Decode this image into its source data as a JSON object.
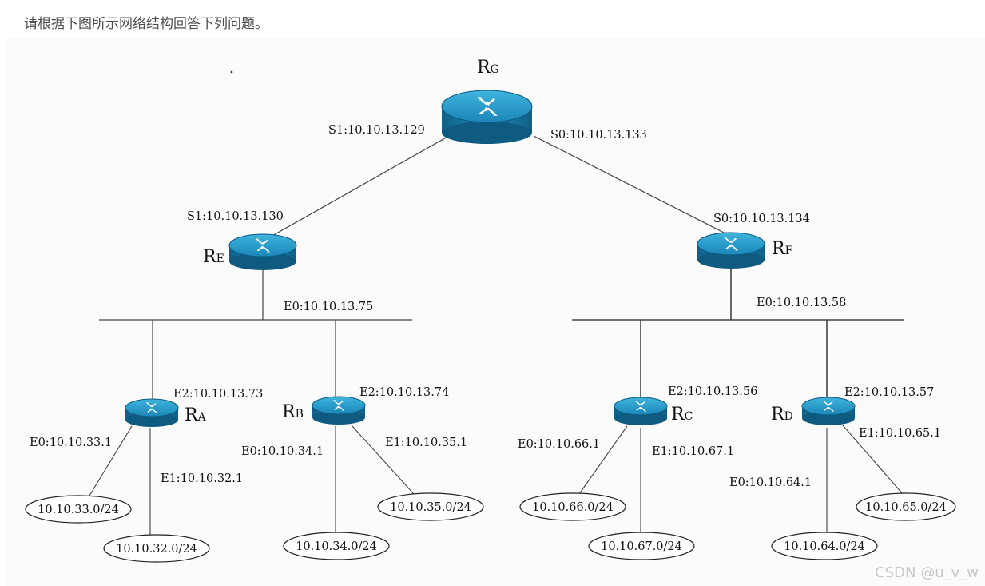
{
  "question": "请根据下图所示网络结构回答下列问题。",
  "watermark": "CSDN @u_v_w",
  "diagram": {
    "routers": {
      "RG": {
        "letter": "R",
        "sub": "G"
      },
      "RE": {
        "letter": "R",
        "sub": "E"
      },
      "RF": {
        "letter": "R",
        "sub": "F"
      },
      "RA": {
        "letter": "R",
        "sub": "A"
      },
      "RB": {
        "letter": "R",
        "sub": "B"
      },
      "RC": {
        "letter": "R",
        "sub": "C"
      },
      "RD": {
        "letter": "R",
        "sub": "D"
      }
    },
    "interfaces": {
      "rg_s1": "S1:10.10.13.129",
      "rg_s0": "S0:10.10.13.133",
      "re_s1": "S1:10.10.13.130",
      "rf_s0": "S0:10.10.13.134",
      "re_e0": "E0:10.10.13.75",
      "rf_e0": "E0:10.10.13.58",
      "ra_e2": "E2:10.10.13.73",
      "rb_e2": "E2:10.10.13.74",
      "rc_e2": "E2:10.10.13.56",
      "rd_e2": "E2:10.10.13.57",
      "ra_e0": "E0:10.10.33.1",
      "ra_e1": "E1:10.10.32.1",
      "rb_e0": "E0:10.10.34.1",
      "rb_e1": "E1:10.10.35.1",
      "rc_e0": "E0:10.10.66.1",
      "rc_e1": "E1:10.10.67.1",
      "rd_e0": "E0:10.10.64.1",
      "rd_e1": "E1:10.10.65.1"
    },
    "networks": {
      "n33": "10.10.33.0/24",
      "n32": "10.10.32.0/24",
      "n34": "10.10.34.0/24",
      "n35": "10.10.35.0/24",
      "n66": "10.10.66.0/24",
      "n67": "10.10.67.0/24",
      "n64": "10.10.64.0/24",
      "n65": "10.10.65.0/24"
    }
  }
}
